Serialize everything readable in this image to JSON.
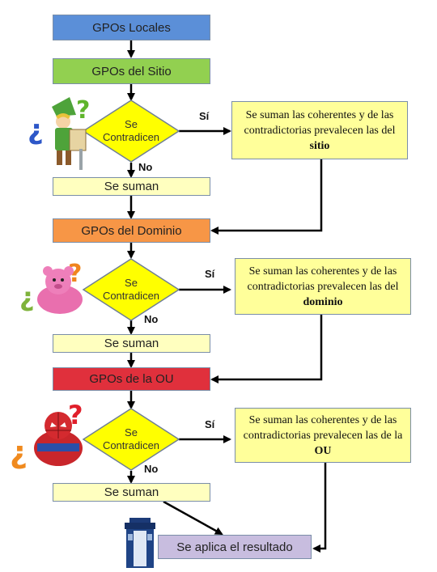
{
  "colors": {
    "blue": "#5b8fd8",
    "green": "#92d050",
    "orange": "#f79646",
    "red": "#e0303c",
    "yellow_light": "#ffffbf",
    "diamond": "#ffff00",
    "result": "#c8bddf"
  },
  "nodes": {
    "gpos_locales": "GPOs Locales",
    "gpos_sitio": "GPOs del Sitio",
    "gpos_dominio": "GPOs del Dominio",
    "gpos_ou": "GPOs de la OU",
    "resultado": "Se aplica el resultado"
  },
  "decisions": [
    {
      "line1": "Se",
      "line2": "Contradicen",
      "yes": "Sí",
      "no": "No"
    },
    {
      "line1": "Se",
      "line2": "Contradicen",
      "yes": "Sí",
      "no": "No"
    },
    {
      "line1": "Se",
      "line2": "Contradicen",
      "yes": "Sí",
      "no": "No"
    }
  ],
  "sum_boxes": [
    "Se suman",
    "Se suman",
    "Se suman"
  ],
  "notes": [
    {
      "prefix": "Se suman las coherentes y de las contradictorias prevalecen las del ",
      "bold": "sitio"
    },
    {
      "prefix": "Se suman las coherentes y de las contradictorias prevalecen las del ",
      "bold": "dominio"
    },
    {
      "prefix": "Se suman las coherentes y de las contradictorias prevalecen las de la ",
      "bold": "OU"
    }
  ],
  "illustrations": [
    {
      "icon": "link-character-icon",
      "marks": [
        "¿",
        "?"
      ]
    },
    {
      "icon": "pink-bear-icon",
      "marks": [
        "¿",
        "?"
      ]
    },
    {
      "icon": "spiderman-icon",
      "marks": [
        "¿",
        "?"
      ]
    },
    {
      "icon": "tardis-icon"
    }
  ]
}
